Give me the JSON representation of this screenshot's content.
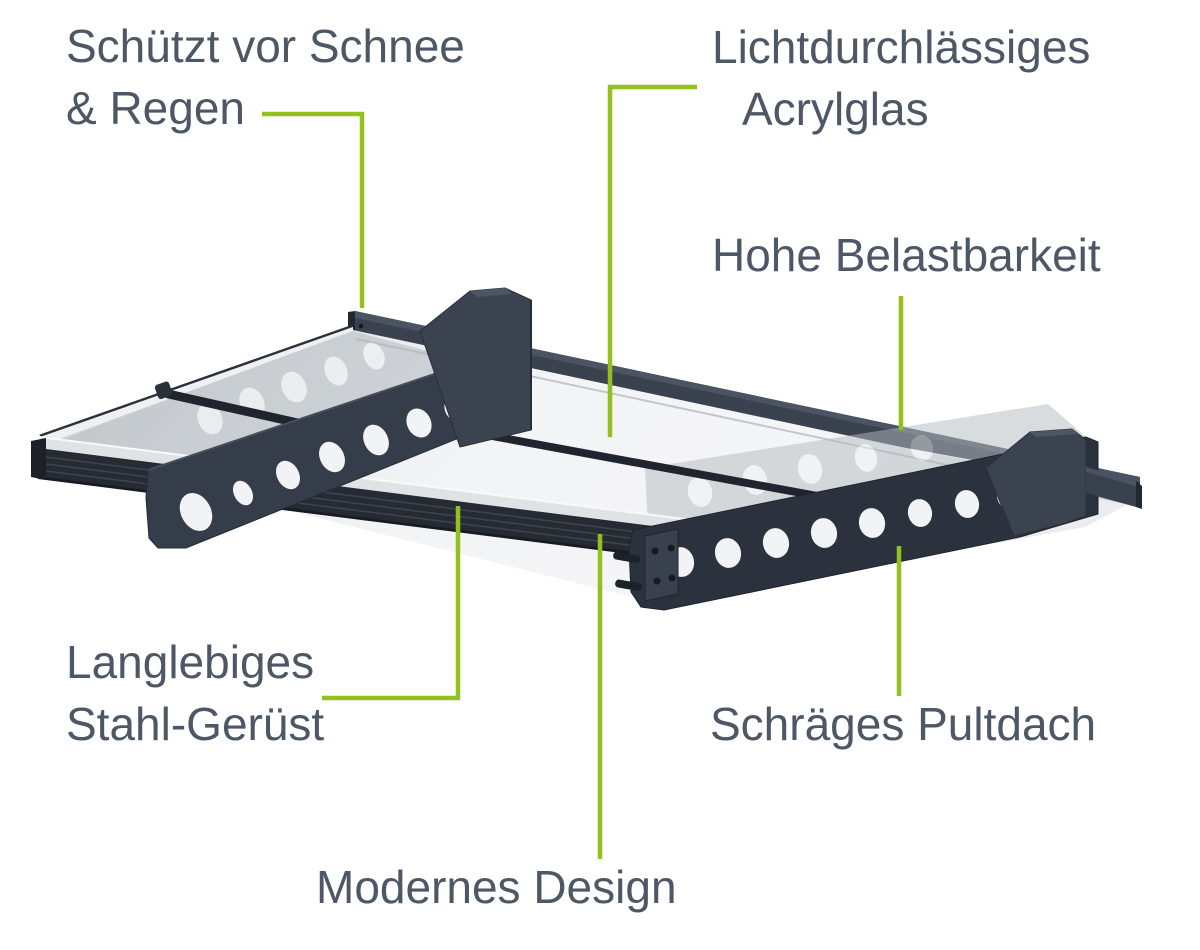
{
  "page": {
    "background": "#ffffff"
  },
  "colors": {
    "accent_green": "#93c01e",
    "label_text": "#4d5765",
    "steel_dark": "#2a313c",
    "steel_mid": "#39414e",
    "steel_light": "#4b5463",
    "glass_light": "#f2f3f4",
    "glass_shade": "#c7cbd0"
  },
  "features": {
    "snow_rain": {
      "line1": "Schützt vor Schnee",
      "line2": "& Regen"
    },
    "acrylic": {
      "line1": "Lichtdurchlässiges",
      "line2": "Acrylglas"
    },
    "load": {
      "label": "Hohe Belastbarkeit"
    },
    "steel": {
      "line1": "Langlebiges",
      "line2": "Stahl-Gerüst"
    },
    "pent": {
      "label": "Schräges Pultdach"
    },
    "design": {
      "label": "Modernes Design"
    }
  },
  "illustration": {
    "subject": "Pultvordach canopy with anthracite steel brackets and clear acrylic glazing",
    "view": "3D perspective from below left"
  }
}
